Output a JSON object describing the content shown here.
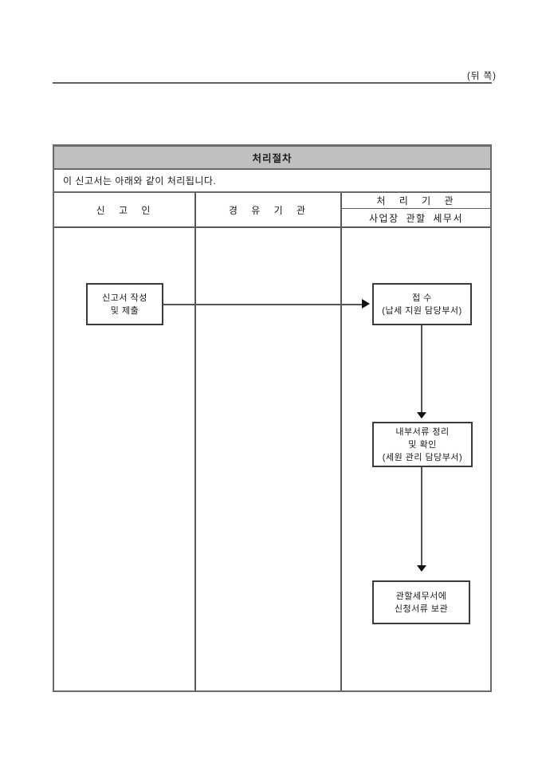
{
  "page": {
    "corner_label": "(뒤 쪽)"
  },
  "table": {
    "title": "처리절차",
    "description": "이 신고서는 아래와 같이 처리됩니다.",
    "columns": {
      "declarant": "신 고 인",
      "via_agency": "경 유 기 관",
      "processing_agency": "처 리 기 관",
      "processing_agency_sub": "사업장 관할 세무서"
    }
  },
  "flowchart": {
    "step1": {
      "line1": "신고서 작성",
      "line2": "및 제출"
    },
    "step2": {
      "line1": "접 수",
      "line2": "(납세 지원 담당부서)"
    },
    "step3": {
      "line1": "내부서류 정리",
      "line2": "및 확인",
      "line3": "(세원 관리 담당부서)"
    },
    "step4": {
      "line1": "관할세무서에",
      "line2": "신청서류 보관"
    }
  },
  "colors": {
    "header_bg": "#c0c0c0",
    "table_border": "#6a6a6a",
    "flow_line": "#555555",
    "box_border": "#3a3a3a",
    "text": "#1a1a1a"
  }
}
